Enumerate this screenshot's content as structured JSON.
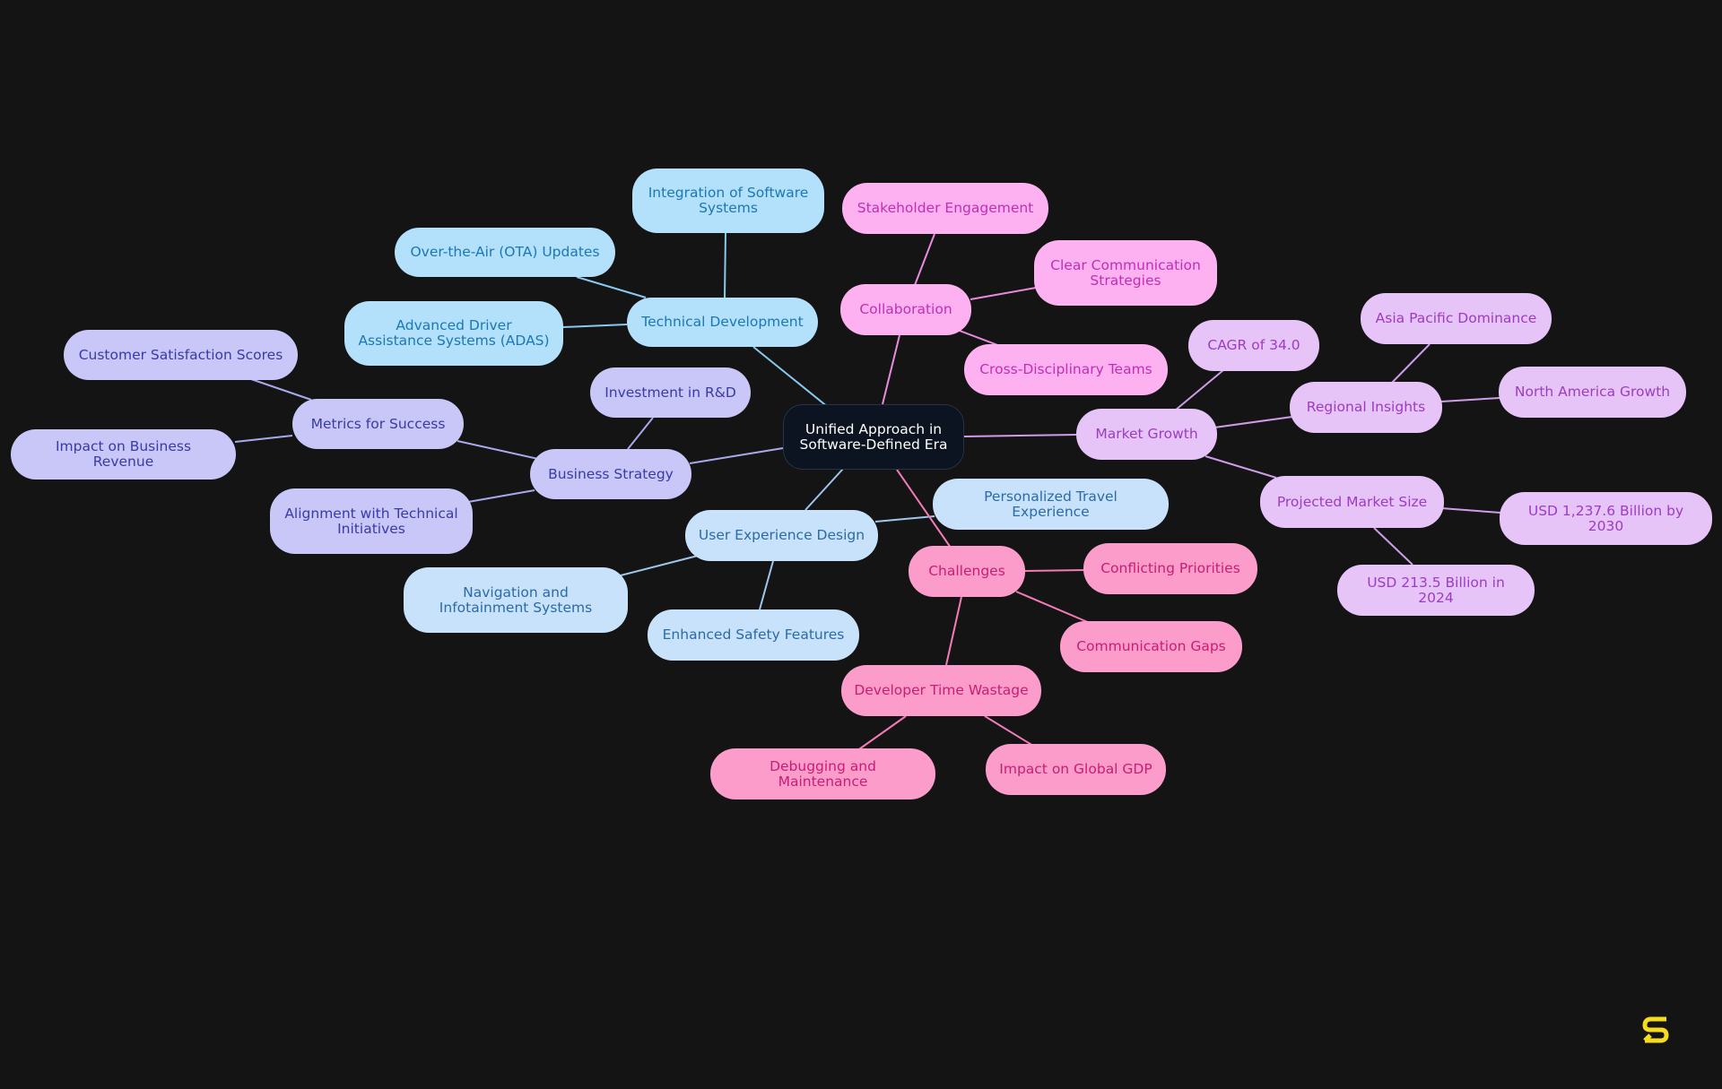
{
  "colors": {
    "background": "#141414",
    "technical_development": "#b3e0fb",
    "business_strategy": "#c8c7f7",
    "user_experience": "#c9e2fb",
    "collaboration": "#fdb1f1",
    "challenges": "#fc9ccb",
    "market_growth": "#e6c4f7",
    "logo": "#f5dc1f"
  },
  "center": {
    "label": "Unified Approach in Software-Defined Era"
  },
  "technical_development": {
    "label": "Technical Development",
    "children": [
      "Integration of Software Systems",
      "Over-the-Air (OTA) Updates",
      "Advanced Driver Assistance Systems (ADAS)"
    ]
  },
  "business_strategy": {
    "label": "Business Strategy",
    "children": [
      "Investment in R&D",
      "Metrics for Success",
      "Alignment with Technical Initiatives"
    ],
    "metrics_children": [
      "Customer Satisfaction Scores",
      "Impact on Business Revenue"
    ]
  },
  "user_experience": {
    "label": "User Experience Design",
    "children": [
      "Personalized Travel Experience",
      "Navigation and Infotainment Systems",
      "Enhanced Safety Features"
    ]
  },
  "collaboration": {
    "label": "Collaboration",
    "children": [
      "Stakeholder Engagement",
      "Clear Communication Strategies",
      "Cross-Disciplinary Teams"
    ]
  },
  "challenges": {
    "label": "Challenges",
    "children": [
      "Conflicting Priorities",
      "Communication Gaps",
      "Developer Time Wastage"
    ],
    "wastage_children": [
      "Debugging and Maintenance",
      "Impact on Global GDP"
    ]
  },
  "market_growth": {
    "label": "Market Growth",
    "children": [
      "CAGR of 34.0",
      "Regional Insights",
      "Projected Market Size"
    ],
    "regional_children": [
      "Asia Pacific Dominance",
      "North America Growth"
    ],
    "size_children": [
      "USD 1,237.6 Billion by 2030",
      "USD 213.5 Billion in 2024"
    ]
  },
  "logo": {
    "icon": "brand-s-logo-icon"
  }
}
